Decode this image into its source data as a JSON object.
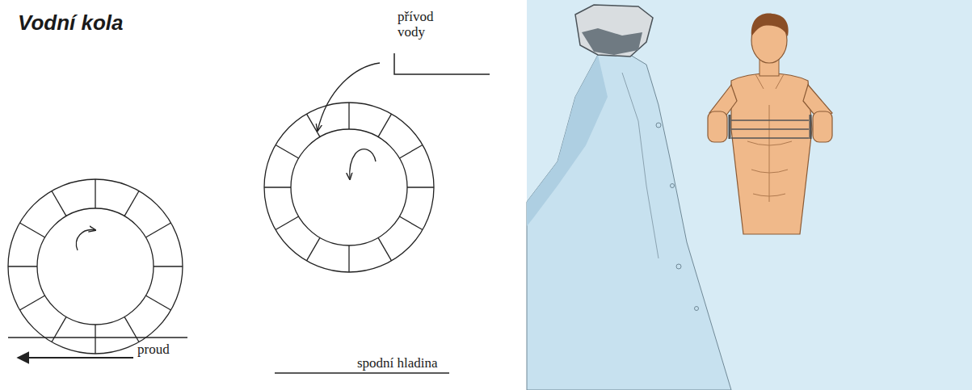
{
  "diagram": {
    "title": "Vodní kola",
    "labels": [
      "přívod vody",
      "proud",
      "spodní hladina"
    ]
  }
}
